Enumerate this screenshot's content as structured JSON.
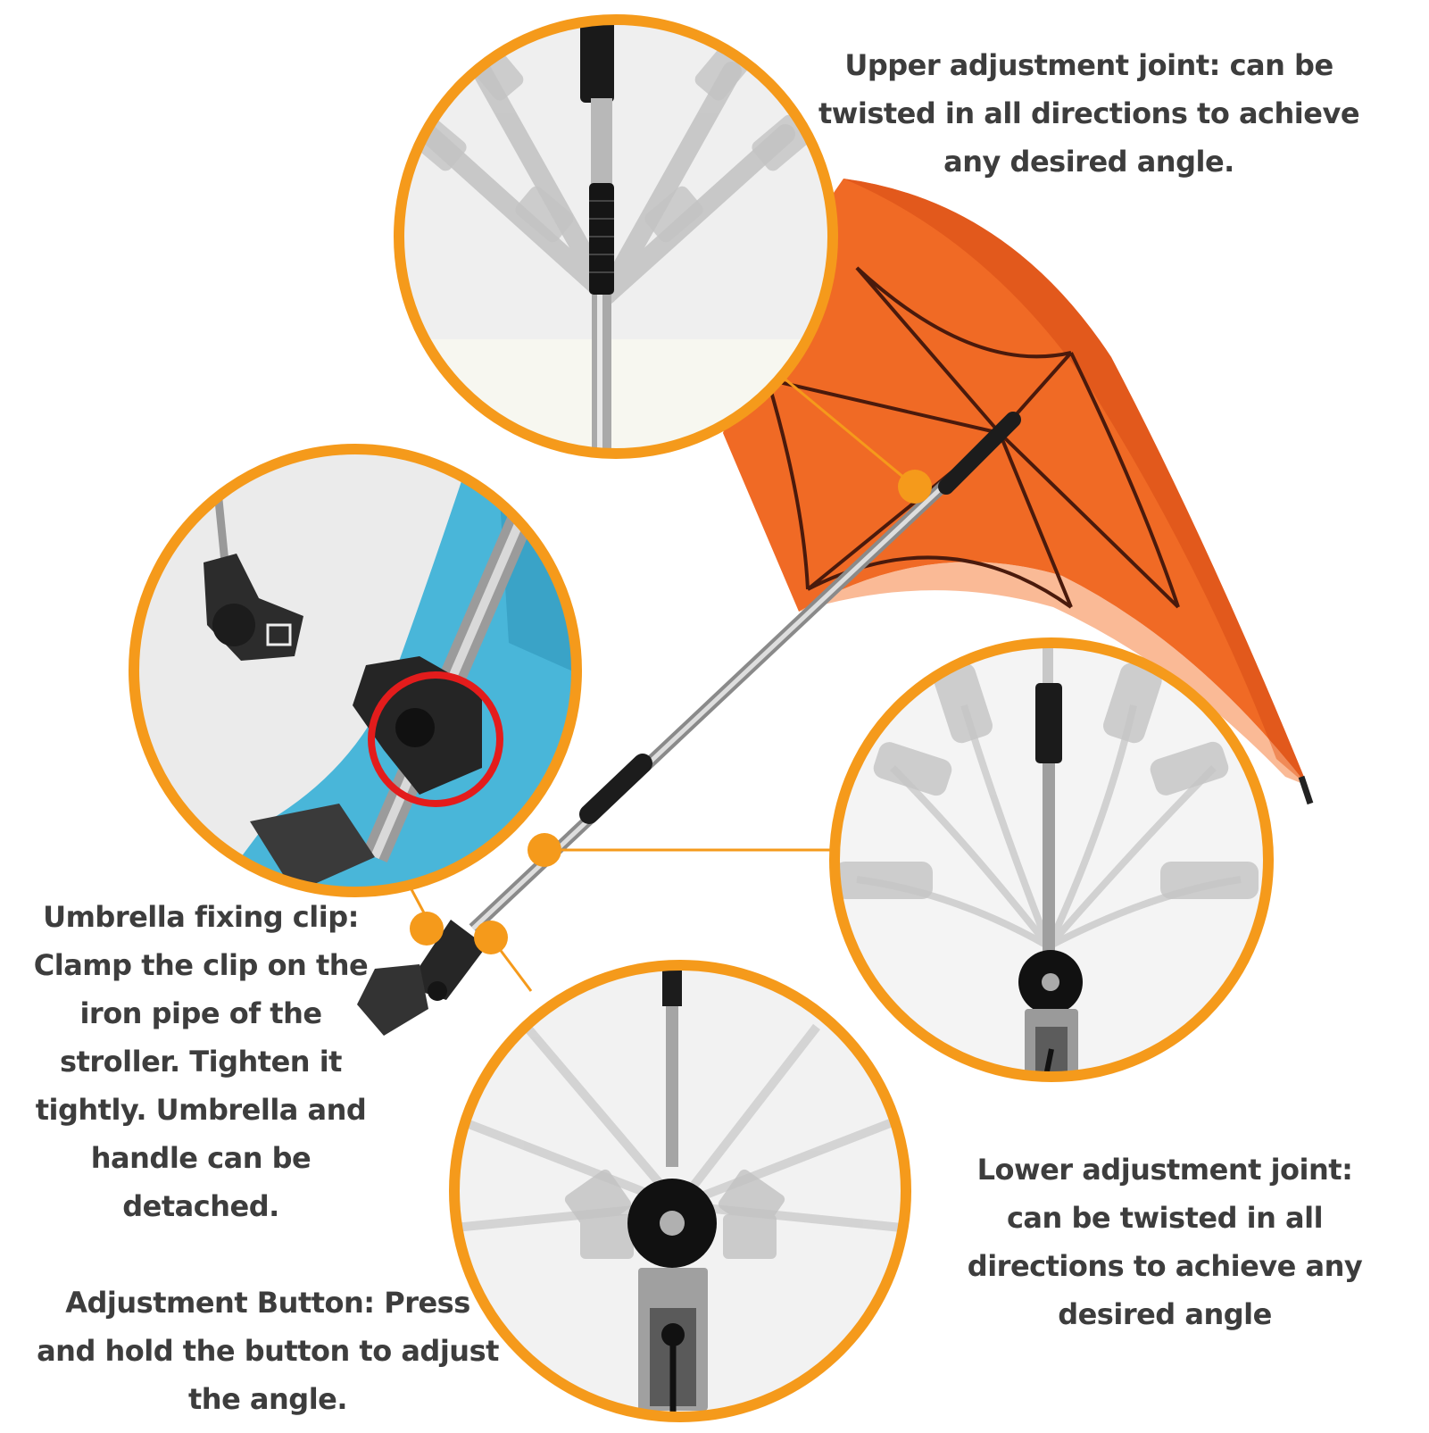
{
  "callouts": {
    "upper": "Upper adjustment joint: can be twisted in all directions to achieve any desired angle.",
    "clip": "Umbrella fixing clip: Clamp the clip on the iron pipe of the stroller. Tighten it tightly. Umbrella and handle can be detached.",
    "button": "Adjustment Button: Press and hold the button to adjust the angle.",
    "lower": "Lower adjustment joint: can be twisted in all directions to achieve any desired angle"
  },
  "colors": {
    "accent": "#f59a1b",
    "canopy": "#f06a25",
    "canopy_shadow": "#d94e18",
    "stroller_fabric": "#49b6d9",
    "text": "#3d3d3d",
    "highlight_ring": "#e31c1c"
  },
  "icons": {
    "marker": "orange-dot-icon"
  }
}
